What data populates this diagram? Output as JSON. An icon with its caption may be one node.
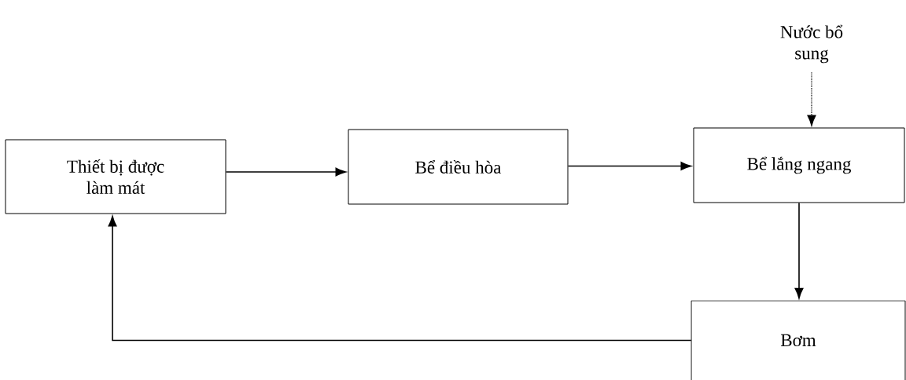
{
  "diagram": {
    "nodes": [
      {
        "text": [
          "Nước bổ sung"
        ]
      },
      {
        "text": [
          "Thiết bị được làm mát"
        ]
      },
      {
        "text": [
          "Bể điều hòa"
        ]
      },
      {
        "text": [
          "Bể lắng ngang"
        ]
      },
      {
        "text": [
          "Bơm"
        ]
      }
    ],
    "edges": [
      {
        "from": 0,
        "to": 3,
        "arrow": "to",
        "style": "dashed"
      },
      {
        "from": 1,
        "to": 2,
        "arrow": "to"
      },
      {
        "from": 2,
        "to": 3,
        "arrow": "to"
      },
      {
        "from": 3,
        "to": 4,
        "arrow": "to"
      },
      {
        "from": 4,
        "to": 1,
        "arrow": "to"
      }
    ]
  }
}
